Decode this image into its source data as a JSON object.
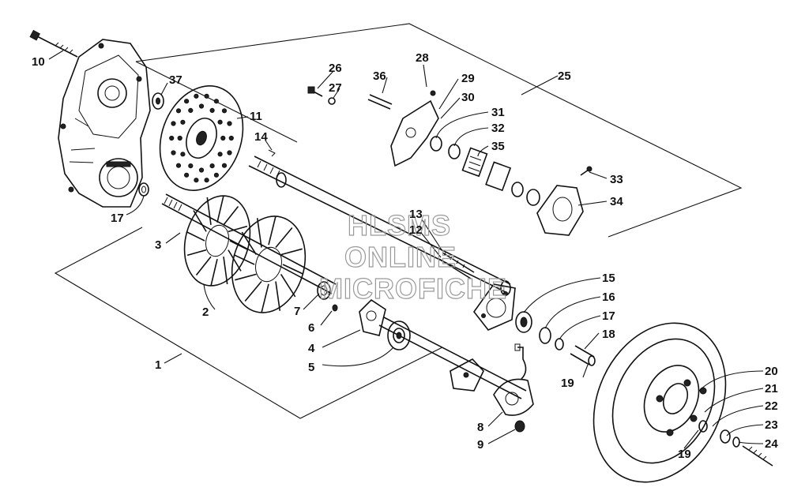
{
  "watermark": {
    "line1": "HLSMS",
    "line2": "ONLINE",
    "line3": "MICROFICHE"
  },
  "callouts": [
    {
      "id": "c10",
      "text": "10"
    },
    {
      "id": "c37",
      "text": "37"
    },
    {
      "id": "c11",
      "text": "11"
    },
    {
      "id": "c14",
      "text": "14"
    },
    {
      "id": "c17a",
      "text": "17"
    },
    {
      "id": "c3",
      "text": "3"
    },
    {
      "id": "c2",
      "text": "2"
    },
    {
      "id": "c7",
      "text": "7"
    },
    {
      "id": "c6",
      "text": "6"
    },
    {
      "id": "c4",
      "text": "4"
    },
    {
      "id": "c5",
      "text": "5"
    },
    {
      "id": "c1",
      "text": "1"
    },
    {
      "id": "c26",
      "text": "26"
    },
    {
      "id": "c27",
      "text": "27"
    },
    {
      "id": "c36",
      "text": "36"
    },
    {
      "id": "c28",
      "text": "28"
    },
    {
      "id": "c29",
      "text": "29"
    },
    {
      "id": "c30",
      "text": "30"
    },
    {
      "id": "c31",
      "text": "31"
    },
    {
      "id": "c32",
      "text": "32"
    },
    {
      "id": "c35",
      "text": "35"
    },
    {
      "id": "c25",
      "text": "25"
    },
    {
      "id": "c33",
      "text": "33"
    },
    {
      "id": "c34",
      "text": "34"
    },
    {
      "id": "c13",
      "text": "13"
    },
    {
      "id": "c12",
      "text": "12"
    },
    {
      "id": "c15",
      "text": "15"
    },
    {
      "id": "c16",
      "text": "16"
    },
    {
      "id": "c17b",
      "text": "17"
    },
    {
      "id": "c18",
      "text": "18"
    },
    {
      "id": "c19a",
      "text": "19"
    },
    {
      "id": "c8",
      "text": "8"
    },
    {
      "id": "c9",
      "text": "9"
    },
    {
      "id": "c20",
      "text": "20"
    },
    {
      "id": "c21",
      "text": "21"
    },
    {
      "id": "c22",
      "text": "22"
    },
    {
      "id": "c23",
      "text": "23"
    },
    {
      "id": "c24",
      "text": "24"
    },
    {
      "id": "c19b",
      "text": "19"
    }
  ]
}
